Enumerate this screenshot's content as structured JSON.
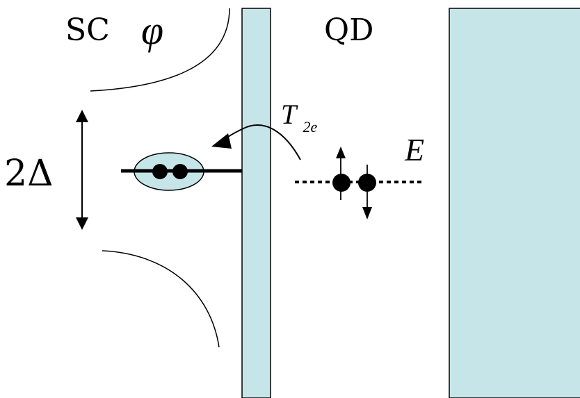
{
  "labels": {
    "superconductor": "SC",
    "phase": "φ",
    "quantum_dot": "QD",
    "gap": "2Δ",
    "tunneling_symbol": "T",
    "tunneling_subscript": "2e",
    "energy_level": "E"
  },
  "colors": {
    "barrier_fill": "#c5e5e8",
    "cooper_pair_fill": "#c5e5e8",
    "line": "#000000",
    "background": "#ffffff"
  }
}
